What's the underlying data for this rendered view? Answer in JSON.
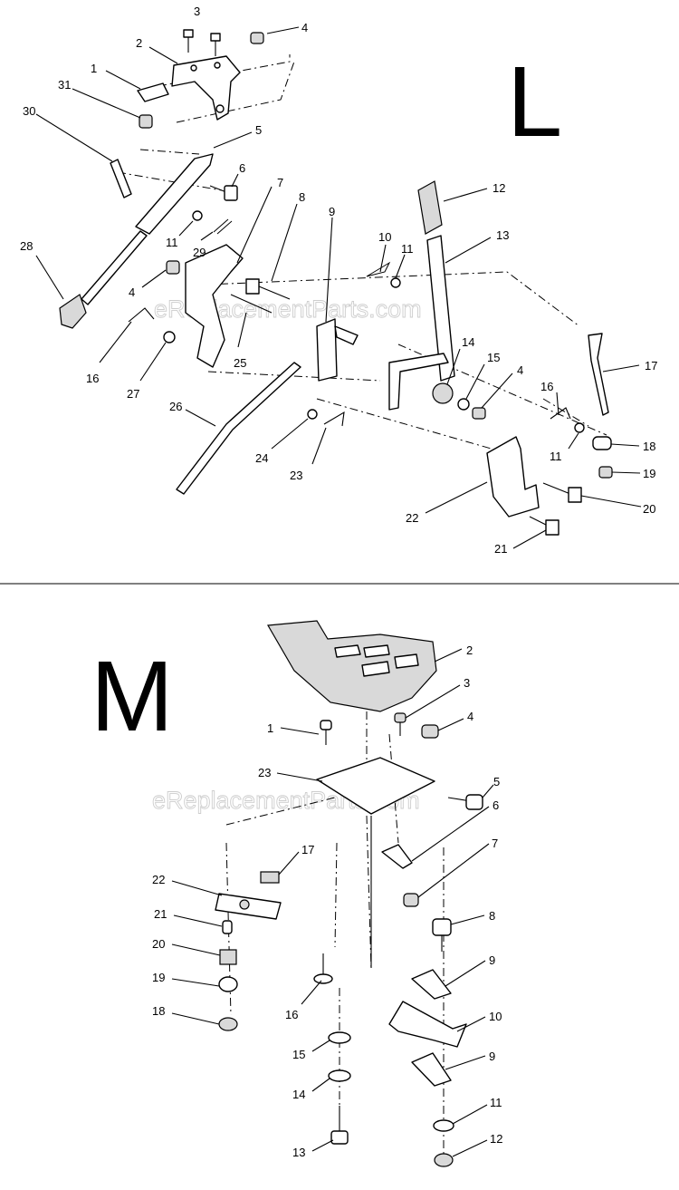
{
  "sections": [
    {
      "letter": "L"
    },
    {
      "letter": "M"
    }
  ],
  "watermark": "eReplacementParts.com",
  "callouts_L": [
    "1",
    "2",
    "3",
    "4",
    "30",
    "31",
    "5",
    "6",
    "7",
    "8",
    "9",
    "11",
    "29",
    "28",
    "4",
    "16",
    "27",
    "25",
    "26",
    "24",
    "23",
    "10",
    "11",
    "12",
    "13",
    "14",
    "15",
    "4",
    "16",
    "11",
    "17",
    "18",
    "19",
    "20",
    "22",
    "21"
  ],
  "callouts_M": [
    "2",
    "3",
    "4",
    "1",
    "23",
    "5",
    "6",
    "7",
    "17",
    "22",
    "21",
    "20",
    "19",
    "18",
    "8",
    "9",
    "10",
    "9",
    "16",
    "15",
    "14",
    "13",
    "11",
    "12"
  ]
}
